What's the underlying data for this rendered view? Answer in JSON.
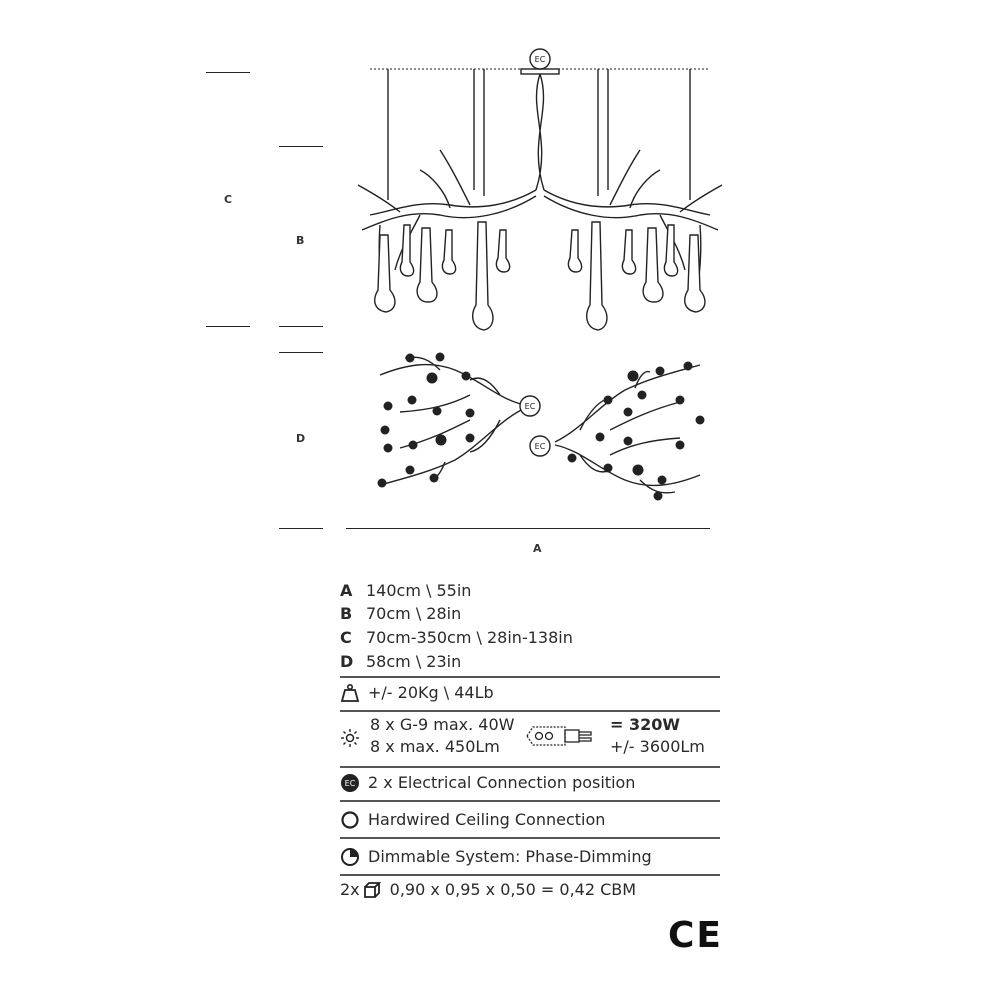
{
  "dimension_labels": {
    "a": "A",
    "b": "B",
    "c": "C",
    "d": "D"
  },
  "ec_label": "EC",
  "dimensions": [
    {
      "key": "A",
      "value": "140cm \\ 55in"
    },
    {
      "key": "B",
      "value": "70cm \\ 28in"
    },
    {
      "key": "C",
      "value": "70cm-350cm \\ 28in-138in"
    },
    {
      "key": "D",
      "value": "58cm \\ 23in"
    }
  ],
  "weight": "+/- 20Kg \\ 44Lb",
  "lighting": {
    "bulbs": "8 x G-9 max. 40W",
    "lumens": "8 x max. 450Lm",
    "total_watt": "= 320W",
    "total_lumen": "+/- 3600Lm"
  },
  "features": {
    "electrical": "2 x Electrical Connection position",
    "hardwired": "Hardwired Ceiling Connection",
    "dimmable": "Dimmable System: Phase-Dimming"
  },
  "packaging": {
    "count": "2x",
    "value": "0,90 x 0,95 x 0,50 = 0,42 CBM"
  },
  "ce_mark": "CE"
}
